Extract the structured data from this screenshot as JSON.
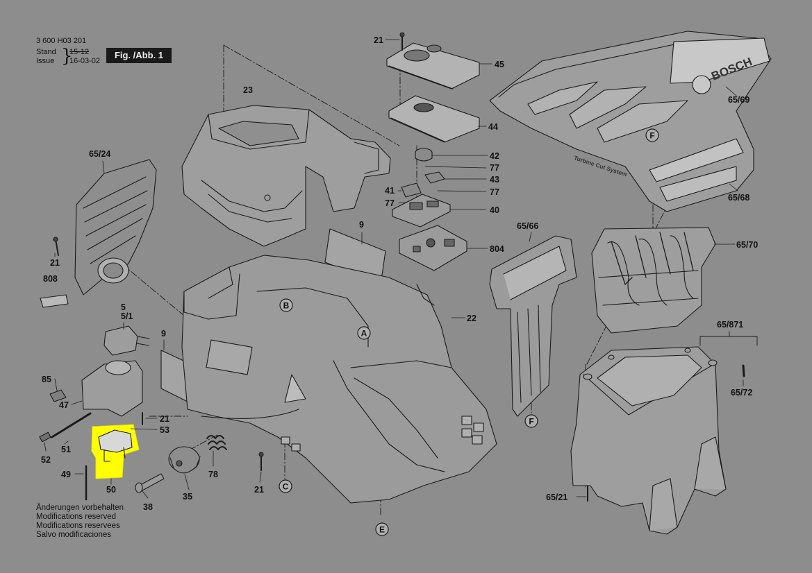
{
  "header": {
    "doc_number": "3 600 H03 201",
    "stand_label": "Stand",
    "stand_value": "15-12",
    "issue_label": "Issue",
    "issue_value": "16-03-02",
    "figure_label": "Fig. /Abb. 1"
  },
  "footer": {
    "lines": [
      "Änderungen vorbehalten",
      "Modifications reserved",
      "Modifications reservees",
      "Salvo modificaciones"
    ]
  },
  "colors": {
    "background": "#8d8d8d",
    "part_fill": "#9e9e9e",
    "part_stroke": "#1a1a1a",
    "highlight": "#ffff00",
    "figure_tag": "#1a1a1a"
  },
  "part_labels": {
    "p21_top": "21",
    "p45": "45",
    "p44": "44",
    "p23": "23",
    "p42": "42",
    "p77_a": "77",
    "p43": "43",
    "p41": "41",
    "p77_b": "77",
    "p77_c": "77",
    "p40": "40",
    "p804": "804",
    "p9_top": "9",
    "p65_24": "65/24",
    "p21_left": "21",
    "p808": "808",
    "p5": "5",
    "p5_1": "5/1",
    "p9_mid": "9",
    "p85": "85",
    "p47": "47",
    "p21_mid": "21",
    "p53": "53",
    "p51": "51",
    "p52": "52",
    "p49": "49",
    "p50": "50",
    "p38": "38",
    "p35": "35",
    "p78": "78",
    "p21_bottom": "21",
    "p22": "22",
    "p65_66": "65/66",
    "p65_69": "65/69",
    "p65_68": "65/68",
    "p65_70": "65/70",
    "p65_871": "65/871",
    "p65_72": "65/72",
    "p65_21": "65/21"
  },
  "reference_markers": {
    "A": "A",
    "B": "B",
    "C": "C",
    "E": "E",
    "F_top": "F",
    "F_bottom": "F"
  },
  "branding": {
    "logo_text": "BOSCH",
    "product_text": "Turbine Cut System"
  },
  "highlighted_part": "50"
}
